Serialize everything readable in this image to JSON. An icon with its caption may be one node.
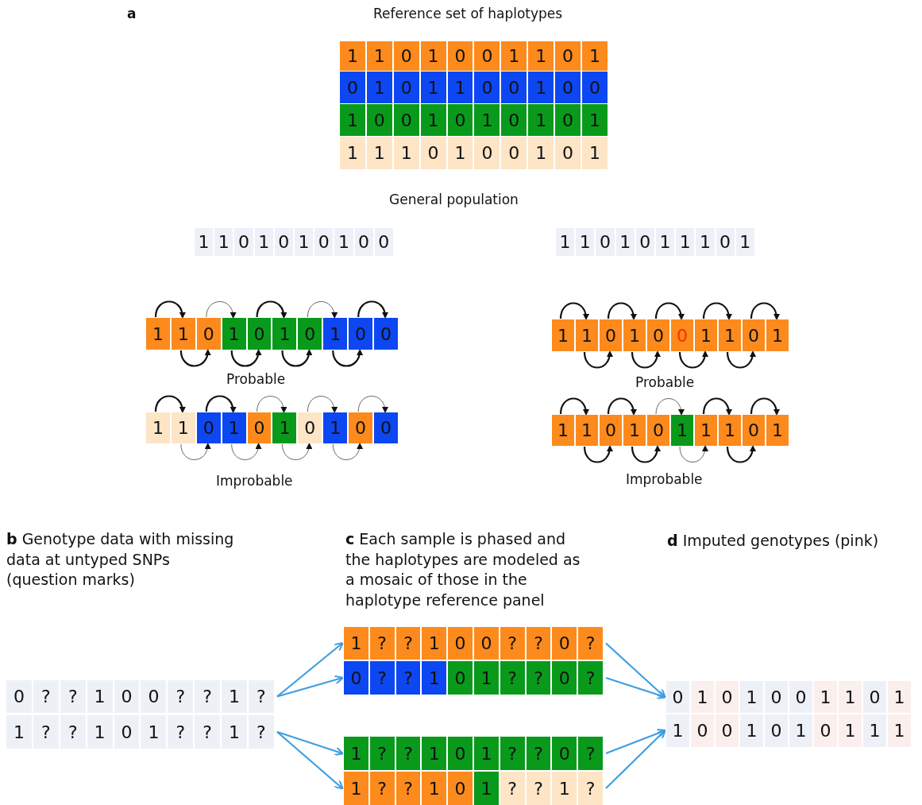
{
  "diagram": {
    "nodes": [
      {
        "text": [
          "1",
          "1",
          "0",
          "1",
          "0",
          "0",
          "1",
          "1",
          "0",
          "1"
        ]
      },
      {
        "text": [
          "0",
          "1",
          "0",
          "1",
          "1",
          "0",
          "0",
          "1",
          "0",
          "0"
        ]
      },
      {
        "text": [
          "1",
          "0",
          "0",
          "1",
          "0",
          "1",
          "0",
          "1",
          "0",
          "1"
        ]
      },
      {
        "text": [
          "1",
          "1",
          "1",
          "0",
          "1",
          "0",
          "0",
          "1",
          "0",
          "1"
        ]
      },
      {
        "text": [
          "1",
          "1",
          "0",
          "1",
          "0",
          "1",
          "0",
          "1",
          "0",
          "0"
        ]
      },
      {
        "text": [
          "1",
          "1",
          "0",
          "1",
          "0",
          "1",
          "1",
          "1",
          "0",
          "1"
        ]
      },
      {
        "text": [
          "1",
          "1",
          "0",
          "1",
          "0",
          "1",
          "0",
          "1",
          "0",
          "0"
        ]
      },
      {
        "text": [
          "1",
          "1",
          "0",
          "1",
          "0",
          "0",
          "1",
          "1",
          "0",
          "1"
        ]
      },
      {
        "text": [
          "1",
          "1",
          "0",
          "1",
          "0",
          "1",
          "0",
          "1",
          "0",
          "0"
        ]
      },
      {
        "text": [
          "1",
          "1",
          "0",
          "1",
          "0",
          "1",
          "1",
          "1",
          "0",
          "1"
        ]
      },
      {
        "text": [
          "0",
          "?",
          "?",
          "1",
          "0",
          "0",
          "?",
          "?",
          "1",
          "?"
        ]
      },
      {
        "text": [
          "1",
          "?",
          "?",
          "1",
          "0",
          "1",
          "?",
          "?",
          "1",
          "?"
        ]
      },
      {
        "text": [
          "1",
          "?",
          "?",
          "1",
          "0",
          "0",
          "?",
          "?",
          "0",
          "?"
        ]
      },
      {
        "text": [
          "0",
          "?",
          "?",
          "1",
          "0",
          "1",
          "?",
          "?",
          "0",
          "?"
        ]
      },
      {
        "text": [
          "1",
          "?",
          "?",
          "1",
          "0",
          "1",
          "?",
          "?",
          "0",
          "?"
        ]
      },
      {
        "text": [
          "1",
          "?",
          "?",
          "1",
          "0",
          "1",
          "?",
          "?",
          "1",
          "?"
        ]
      },
      {
        "text": [
          "0",
          "1",
          "0",
          "1",
          "0",
          "0",
          "1",
          "1",
          "0",
          "1"
        ]
      },
      {
        "text": [
          "1",
          "0",
          "0",
          "1",
          "0",
          "1",
          "0",
          "1",
          "1",
          "1"
        ]
      }
    ],
    "edges": [
      {
        "from": 10,
        "to": 12,
        "arrow": "to"
      },
      {
        "from": 10,
        "to": 13,
        "arrow": "to"
      },
      {
        "from": 11,
        "to": 14,
        "arrow": "to"
      },
      {
        "from": 11,
        "to": 15,
        "arrow": "to"
      },
      {
        "from": 12,
        "to": 16,
        "arrow": "to"
      },
      {
        "from": 13,
        "to": 16,
        "arrow": "to"
      },
      {
        "from": 14,
        "to": 17,
        "arrow": "to"
      },
      {
        "from": 15,
        "to": 17,
        "arrow": "to"
      }
    ],
    "labels": [
      "a",
      "Reference set of haplotypes",
      "General population",
      "Probable",
      "Probable",
      "Improbable",
      "Improbable",
      "**b** Genotype data with missing data at untyped SNPs (question marks)",
      "**c** Each sample is phased and the haplotypes are modeled as a mosaic of those in the haplotype reference panel",
      "**d** Imputed genotypes (pink)"
    ]
  }
}
